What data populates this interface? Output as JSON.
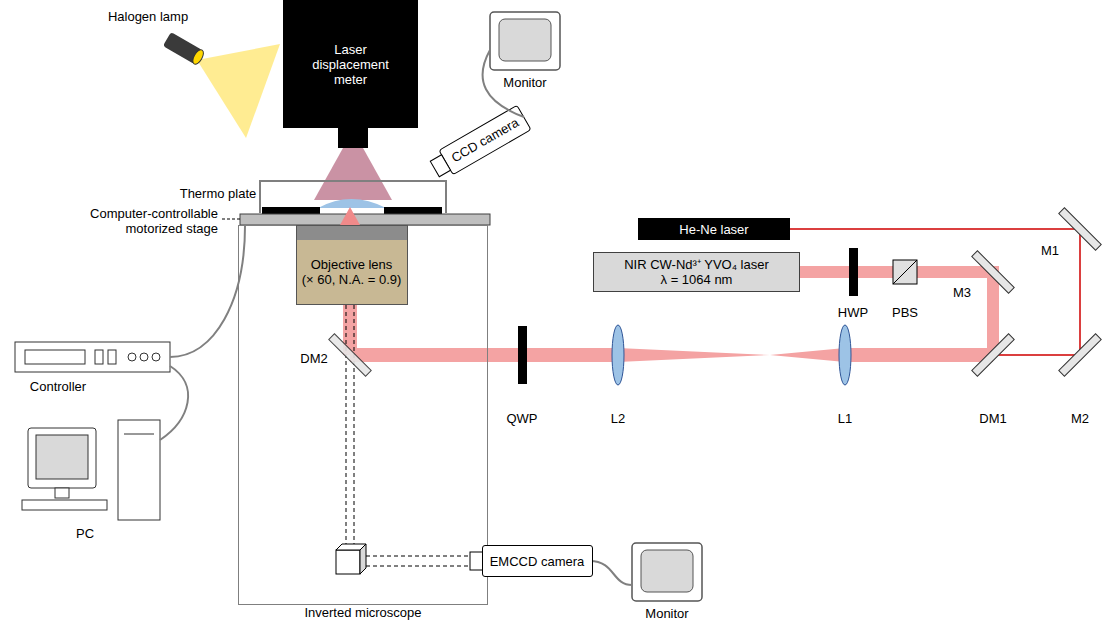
{
  "diagram": {
    "nodes": [
      {
        "text": [
          "Laser displacement meter"
        ]
      },
      {
        "text": [
          "He-Ne laser"
        ]
      },
      {
        "text": [
          "NIR CW-Nd³⁺ YVO₄ laser",
          "λ = 1064 nm"
        ]
      },
      {
        "text": [
          "Inverted microscope"
        ]
      },
      {
        "text": [
          "Objective lens",
          "(× 60, N.A. = 0.9)"
        ],
        "in": 3
      },
      {
        "text": [
          "EMCCD camera"
        ]
      }
    ],
    "labels": [
      "Halogen lamp",
      "Monitor",
      "CCD camera",
      "Thermo plate",
      "Computer-controllable motorized stage",
      "M1",
      "HWP",
      "PBS",
      "M3",
      "Controller",
      "DM2",
      "QWP",
      "L2",
      "L1",
      "DM1",
      "M2",
      "PC",
      "Monitor"
    ]
  }
}
